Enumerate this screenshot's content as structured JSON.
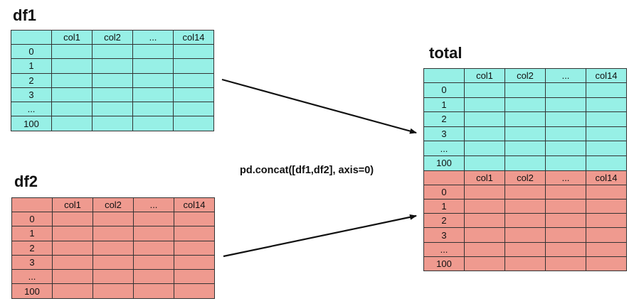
{
  "colors": {
    "df1": "#97f0e6",
    "df2": "#ef9a8f",
    "border": "#333333"
  },
  "df1": {
    "title": "df1",
    "header": [
      "",
      "col1",
      "col2",
      "...",
      "col14"
    ],
    "index": [
      "0",
      "1",
      "2",
      "3",
      "...",
      "100"
    ]
  },
  "df2": {
    "title": "df2",
    "header": [
      "",
      "col1",
      "col2",
      "...",
      "col14"
    ],
    "index": [
      "0",
      "1",
      "2",
      "3",
      "...",
      "100"
    ]
  },
  "total": {
    "title": "total",
    "top_header": [
      "",
      "col1",
      "col2",
      "...",
      "col14"
    ],
    "top_index": [
      "0",
      "1",
      "2",
      "3",
      "...",
      "100"
    ],
    "bottom_header": [
      "",
      "col1",
      "col2",
      "...",
      "col14"
    ],
    "bottom_index": [
      "0",
      "1",
      "2",
      "3",
      "...",
      "100"
    ]
  },
  "operation": "pd.concat([df1,df2], axis=0)"
}
